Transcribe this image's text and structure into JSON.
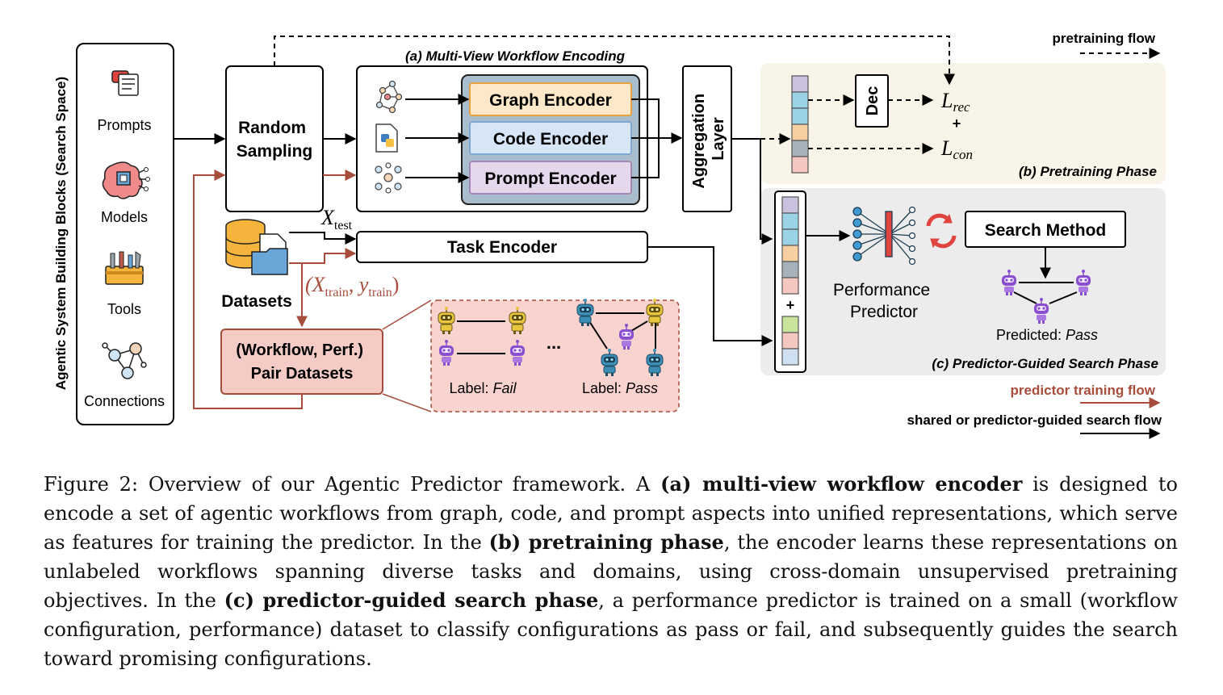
{
  "search_space": {
    "title": "Agentic System Building Blocks (Search Space)",
    "items": [
      "Prompts",
      "Models",
      "Tools",
      "Connections"
    ]
  },
  "random_sampling": "Random Sampling",
  "random_sampling_lines": [
    "Random",
    "Sampling"
  ],
  "encoding": {
    "title": "(a) Multi-View Workflow Encoding",
    "graph_encoder": "Graph Encoder",
    "code_encoder": "Code Encoder",
    "prompt_encoder": "Prompt Encoder"
  },
  "aggregation_lines": [
    "Aggregation",
    "Layer"
  ],
  "datasets": "Datasets",
  "x_test": "X",
  "x_test_sub": "test",
  "x_train_label": "(X",
  "x_train_sub": "train",
  "y_train_label": ", y",
  "y_train_sub": "train",
  "close_paren": ")",
  "task_encoder": "Task Encoder",
  "pair_datasets_lines": [
    "(Workflow, Perf.)",
    "Pair Datasets"
  ],
  "label_fail_prefix": "Label: ",
  "label_fail_value": "Fail",
  "label_pass_prefix": "Label: ",
  "label_pass_value": "Pass",
  "ellipsis": "...",
  "pretraining": {
    "dec": "Dec",
    "loss_rec": "L",
    "loss_rec_sub": "rec",
    "plus": "+",
    "loss_con": "L",
    "loss_con_sub": "con",
    "phase_title": "(b) Pretraining Phase"
  },
  "search_phase": {
    "performance_predictor_lines": [
      "Performance",
      "Predictor"
    ],
    "search_method": "Search Method",
    "predicted_prefix": "Predicted: ",
    "predicted_value": "Pass",
    "phase_title": "(c) Predictor-Guided Search Phase",
    "concat_plus": "+"
  },
  "legend": {
    "pretraining_flow": "pretraining flow",
    "predictor_training_flow": "predictor training flow",
    "shared_flow": "shared or predictor-guided search flow"
  },
  "caption": {
    "p1": "Figure 2: Overview of our Agentic Predictor framework. A ",
    "b1": "(a) multi-view workflow encoder",
    "p2": " is designed to encode a set of agentic workflows from graph, code, and prompt aspects into unified representations, which serve as features for training the predictor. In the ",
    "b2": "(b) pretraining phase",
    "p3": ", the encoder learns these representations on unlabeled workflows spanning diverse tasks and domains, using cross-domain unsupervised pretraining objectives. In the ",
    "b3": "(c) predictor-guided search phase",
    "p4": ", a performance predictor is trained on a small (workflow configuration, performance) dataset to classify configurations as pass or fail, and subsequently guides the search toward promising configurations."
  },
  "colors": {
    "graph_encoder_fill": "#fde9c9",
    "graph_encoder_stroke": "#e6a23c",
    "code_encoder_fill": "#d6e6f7",
    "code_encoder_stroke": "#7fa7d3",
    "prompt_encoder_fill": "#e6d8ec",
    "prompt_encoder_stroke": "#a487b4",
    "encoder_group_fill": "#aabdcc",
    "pretraining_bg": "#f8f4e7",
    "search_bg": "#ececec",
    "pair_fill": "#f5cbc5",
    "predictor_red": "#a84c3b",
    "robot_purple": "#8a4fd1",
    "robot_yellow": "#e7c53c",
    "robot_blue": "#3d8eb4"
  }
}
